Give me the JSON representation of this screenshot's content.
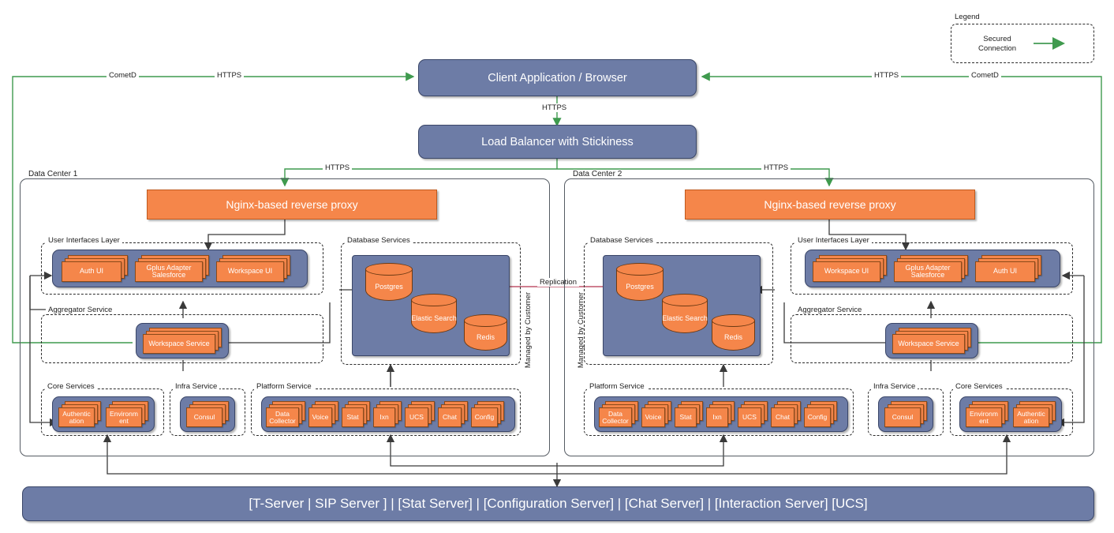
{
  "legend": {
    "title": "Legend",
    "items": [
      {
        "label": "Secured\nConnection",
        "color": "#3f9a4e"
      }
    ]
  },
  "top": {
    "client": "Client Application / Browser",
    "load_balancer": "Load Balancer with Stickiness",
    "client_lb_link": "HTTPS",
    "left_cometd": "CometD",
    "left_https": "HTTPS",
    "right_https": "HTTPS",
    "right_cometd": "CometD",
    "lb_left_https": "HTTPS",
    "lb_right_https": "HTTPS"
  },
  "replication": {
    "label": "Replication",
    "color": "#c0556b"
  },
  "managed_label": "Managed by Customer",
  "bottom_bar": "[T-Server | SIP Server ] | [Stat Server] | [Configuration Server] | [Chat Server] | [Interaction Server] [UCS]",
  "dc1": {
    "title": "Data Center 1",
    "proxy": "Nginx-based reverse proxy",
    "ui_layer": {
      "title": "User Interfaces Layer",
      "items": [
        "Auth UI",
        "Gplus Adapter Salesforce",
        "Workspace UI"
      ]
    },
    "aggregator": {
      "title": "Aggregator Service",
      "items": [
        "Workspace Service"
      ]
    },
    "database": {
      "title": "Database Services",
      "items": [
        "Postgres",
        "Elastic Search",
        "Redis"
      ]
    },
    "core": {
      "title": "Core Services",
      "items": [
        "Authentic ation",
        "Environm ent"
      ]
    },
    "infra": {
      "title": "Infra Service",
      "items": [
        "Consul"
      ]
    },
    "platform": {
      "title": "Platform Service",
      "items": [
        "Data Collector",
        "Voice",
        "Stat",
        "Ixn",
        "UCS",
        "Chat",
        "Config"
      ]
    }
  },
  "dc2": {
    "title": "Data Center 2",
    "proxy": "Nginx-based reverse proxy",
    "ui_layer": {
      "title": "User Interfaces Layer",
      "items": [
        "Workspace UI",
        "Gplus Adapter Salesforce",
        "Auth UI"
      ]
    },
    "aggregator": {
      "title": "Aggregator Service",
      "items": [
        "Workspace Service"
      ]
    },
    "database": {
      "title": "Database Services",
      "items": [
        "Postgres",
        "Elastic Search",
        "Redis"
      ]
    },
    "core": {
      "title": "Core Services",
      "items": [
        "Environm ent",
        "Authentic ation"
      ]
    },
    "infra": {
      "title": "Infra Service",
      "items": [
        "Consul"
      ]
    },
    "platform": {
      "title": "Platform Service",
      "items": [
        "Data Collector",
        "Voice",
        "Stat",
        "Ixn",
        "UCS",
        "Chat",
        "Config"
      ]
    }
  },
  "colors": {
    "blue": "#6d7ca6",
    "orange": "#f5864a",
    "green": "#3f9a4e",
    "gray": "#555b63",
    "pink": "#c0556b"
  }
}
